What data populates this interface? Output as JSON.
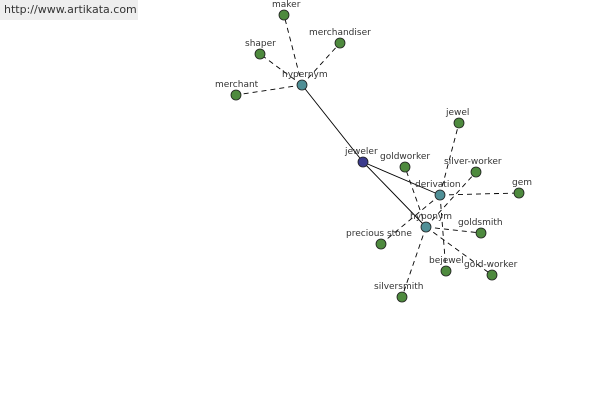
{
  "url_text": "http://www.artikata.com",
  "colors": {
    "center": "#3b3b8c",
    "relation": "#4f8f96",
    "word": "#4e8a3e",
    "edge": "#000000",
    "node_stroke": "#1e1e1e"
  },
  "graph": {
    "center": {
      "id": "jeweler",
      "label": "jeweler",
      "kind": "center"
    },
    "relations": [
      {
        "id": "hypernym",
        "label": "hypernym",
        "kind": "relation"
      },
      {
        "id": "derivation",
        "label": "derivation",
        "kind": "relation"
      },
      {
        "id": "hyponym",
        "label": "hyponym",
        "kind": "relation"
      }
    ],
    "words": [
      {
        "id": "maker",
        "label": "maker",
        "relation": "hypernym"
      },
      {
        "id": "shaper",
        "label": "shaper",
        "relation": "hypernym"
      },
      {
        "id": "merchandiser",
        "label": "merchandiser",
        "relation": "hypernym"
      },
      {
        "id": "merchant",
        "label": "merchant",
        "relation": "hypernym"
      },
      {
        "id": "jewel",
        "label": "jewel",
        "relation": "derivation"
      },
      {
        "id": "silver-worker",
        "label": "silver-worker",
        "relation": "hyponym"
      },
      {
        "id": "gem",
        "label": "gem",
        "relation": "derivation"
      },
      {
        "id": "goldworker",
        "label": "goldworker",
        "relation": "hyponym"
      },
      {
        "id": "goldsmith",
        "label": "goldsmith",
        "relation": "hyponym"
      },
      {
        "id": "precious-stone",
        "label": "precious stone",
        "relation": "derivation"
      },
      {
        "id": "bejewel",
        "label": "bejewel",
        "relation": "derivation"
      },
      {
        "id": "gold-worker",
        "label": "gold-worker",
        "relation": "hyponym"
      },
      {
        "id": "silversmith",
        "label": "silversmith",
        "relation": "hyponym"
      }
    ]
  }
}
